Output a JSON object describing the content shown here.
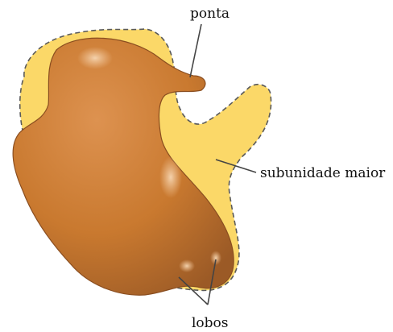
{
  "labels": {
    "tip": "ponta",
    "large_subunit": "subunidade maior",
    "lobes": "lobos"
  },
  "colors": {
    "background": "#ffffff",
    "large_subunit_fill": "#fbd868",
    "outline": "#5a5a5a",
    "small_subunit_body": "#c9792f",
    "small_subunit_dark": "#9b5a26",
    "highlight": "#f3c79a",
    "leader_line": "#444444"
  }
}
